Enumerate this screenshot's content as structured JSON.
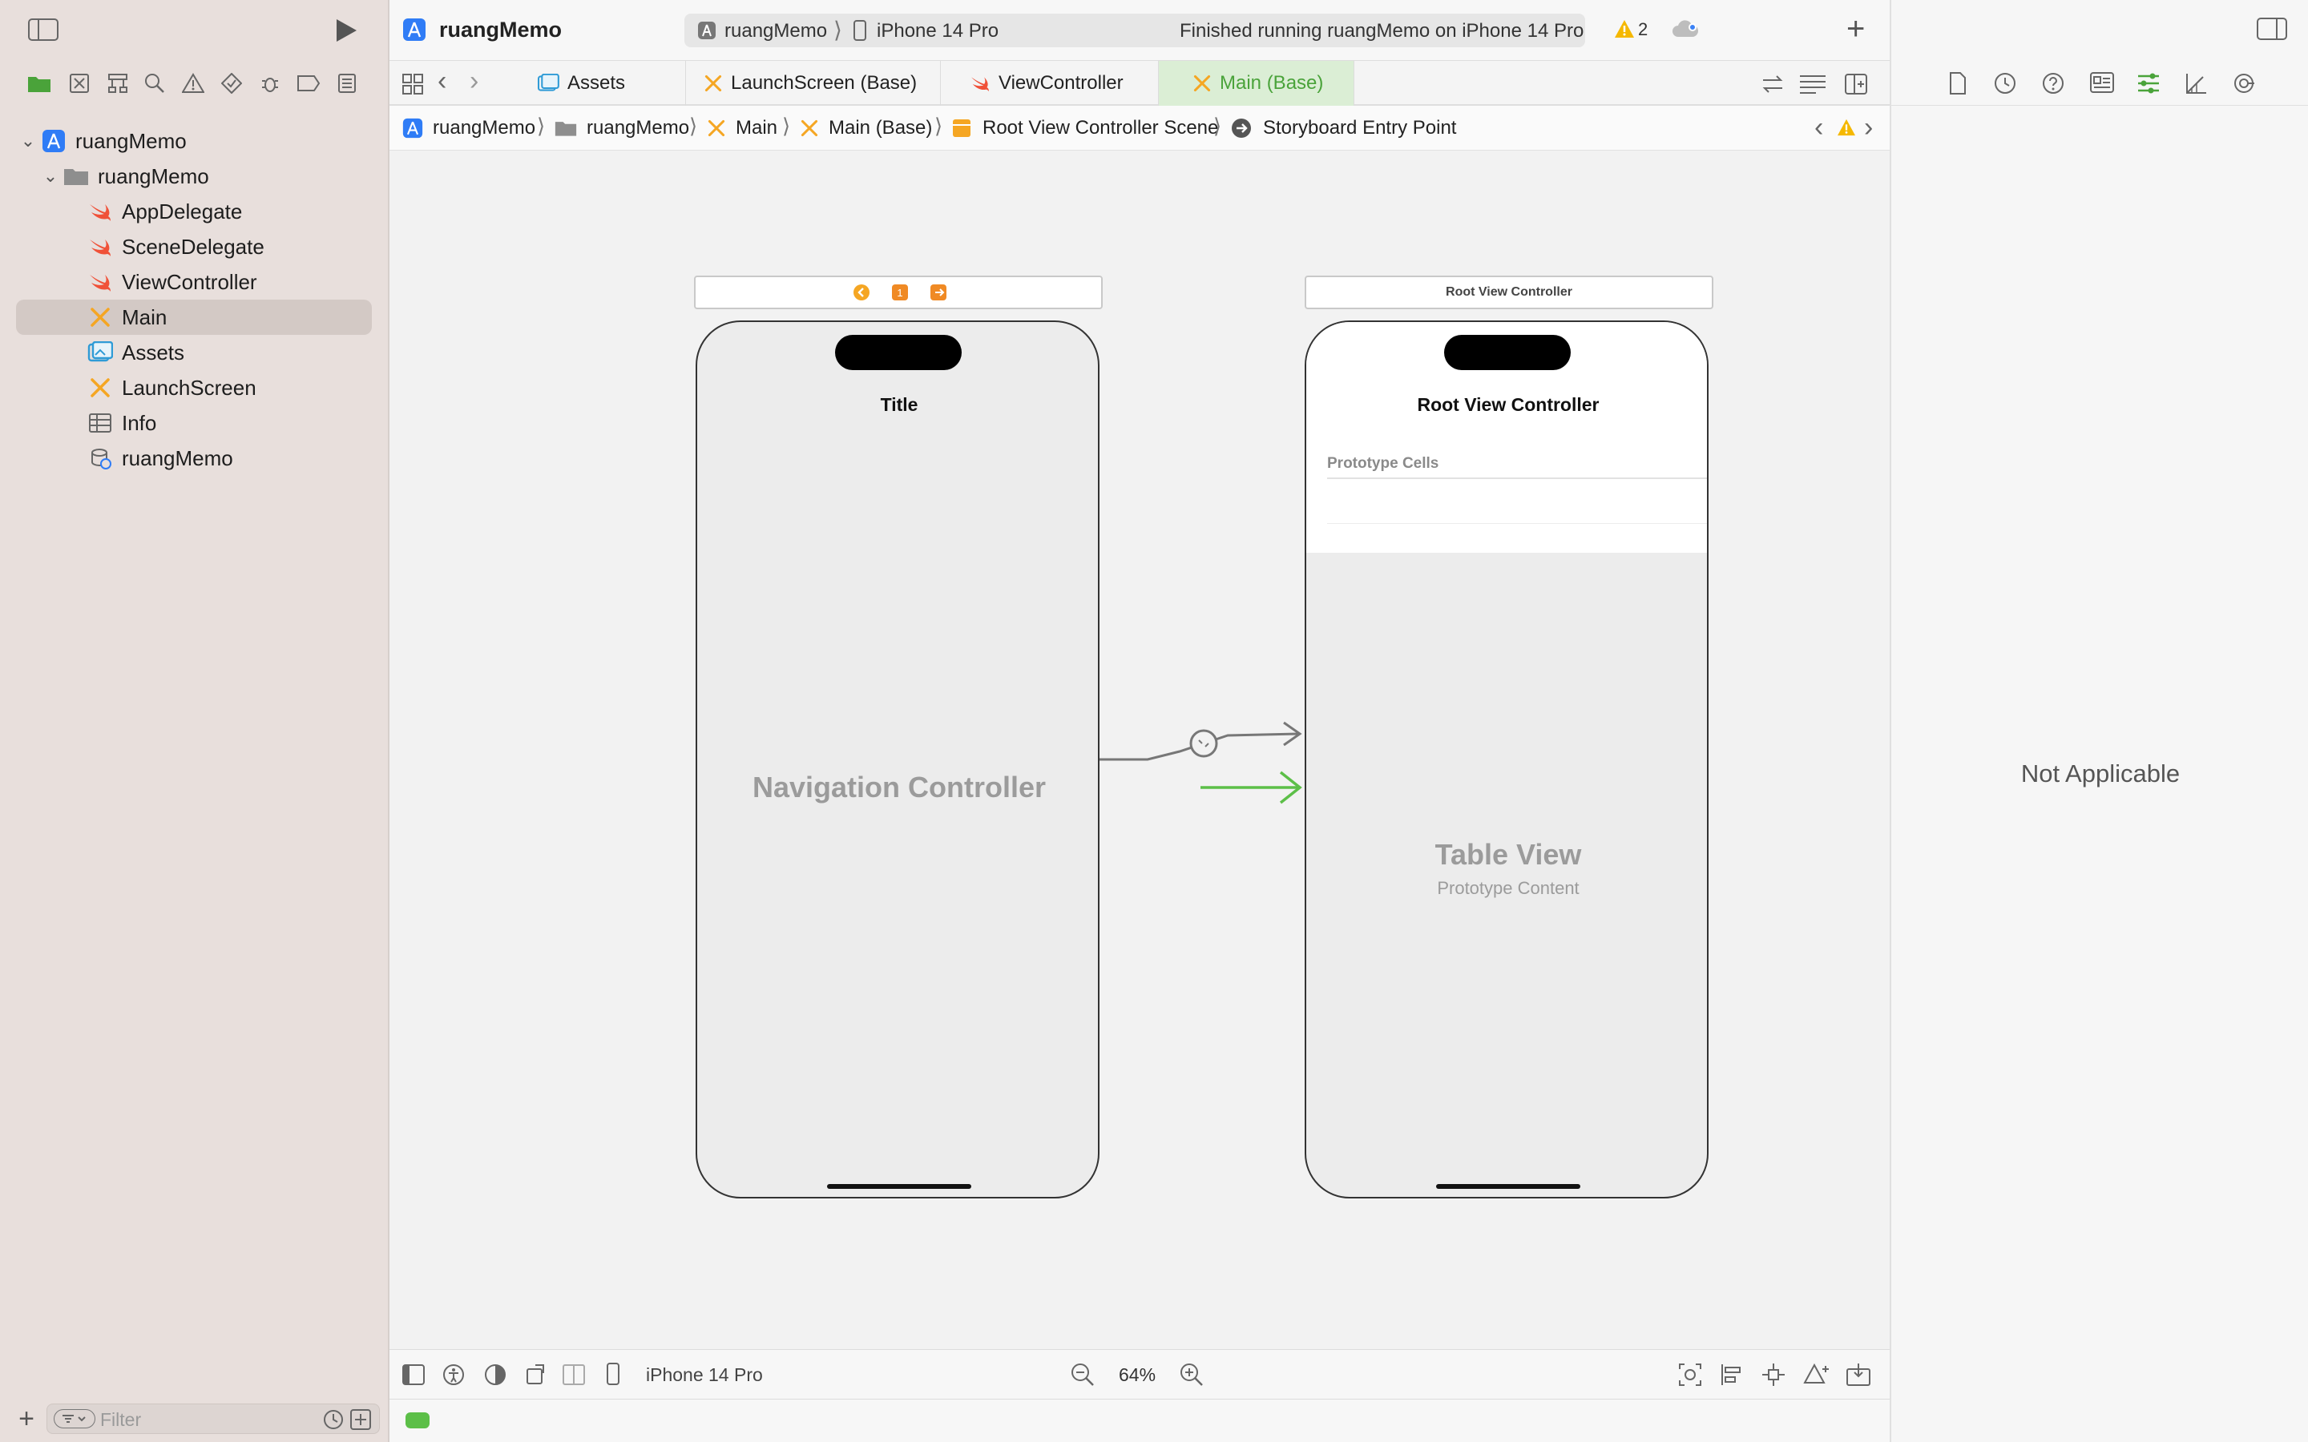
{
  "project": {
    "name": "ruangMemo"
  },
  "toolbar": {
    "scheme": "ruangMemo",
    "device": "iPhone 14 Pro",
    "status": "Finished running ruangMemo on iPhone 14 Pro",
    "warning_count": "2"
  },
  "tabs": [
    {
      "label": "Assets"
    },
    {
      "label": "LaunchScreen (Base)"
    },
    {
      "label": "ViewController"
    },
    {
      "label": "Main (Base)"
    }
  ],
  "breadcrumb": [
    "ruangMemo",
    "ruangMemo",
    "Main",
    "Main (Base)",
    "Root View Controller Scene",
    "Storyboard Entry Point"
  ],
  "navigator": {
    "items": [
      {
        "label": "ruangMemo"
      },
      {
        "label": "ruangMemo"
      },
      {
        "label": "AppDelegate"
      },
      {
        "label": "SceneDelegate"
      },
      {
        "label": "ViewController"
      },
      {
        "label": "Main"
      },
      {
        "label": "Assets"
      },
      {
        "label": "LaunchScreen"
      },
      {
        "label": "Info"
      },
      {
        "label": "ruangMemo"
      }
    ],
    "filter_placeholder": "Filter"
  },
  "canvas": {
    "nav_controller": {
      "title": "Title",
      "label": "Navigation Controller"
    },
    "root_vc": {
      "scene_title": "Root View Controller",
      "nav_title": "Root View Controller",
      "prototype_cells": "Prototype Cells",
      "table_label": "Table View",
      "table_sub": "Prototype Content"
    }
  },
  "bottom": {
    "device": "iPhone 14 Pro",
    "zoom": "64%"
  },
  "inspector": {
    "message": "Not Applicable"
  },
  "colors": {
    "accent": "#4aa33a",
    "swift": "#f05138",
    "xib": "#f5a623",
    "blue": "#2f7cf6"
  }
}
